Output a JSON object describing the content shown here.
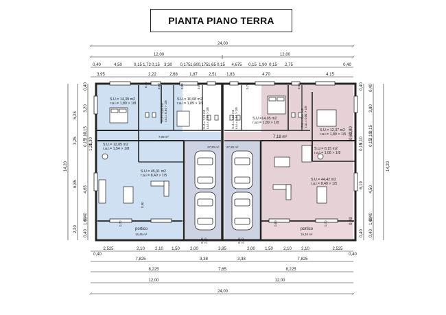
{
  "title": "PIANTA PIANO TERRA",
  "colors": {
    "left_unit_floor": "#cfe0f3",
    "right_unit_floor": "#e6d2d6",
    "garage_floor": "#ced3e4",
    "portico_left": "#cfe0f3",
    "portico_right": "#ecd8dc",
    "wall": "#222222"
  },
  "dims": {
    "top_total": "24,00",
    "top_half_left": "12,00",
    "top_half_right": "12,00",
    "row2": [
      "0,40",
      "4,50",
      "0,15",
      "1,72",
      "0,15",
      "3,30",
      "0,175",
      "1,60",
      "0,175",
      "1,65",
      "0,15",
      "4,675",
      "0,15",
      "1,90",
      "0,15",
      "2,75",
      "0,40"
    ],
    "row3": [
      "3,95",
      "2,22",
      "2,68",
      "1,87",
      "2,51",
      "1,83",
      "4,70",
      "4,15"
    ],
    "bottom_row1": [
      "2,525",
      "2,10",
      "2,10",
      "1,50",
      "2,00",
      "3,85",
      "2,00",
      "1,50",
      "2,10",
      "2,10",
      "2,525"
    ],
    "bottom_row1_sub": [
      "0,40",
      "0,40"
    ],
    "bottom_row2": [
      "7,825",
      "3,38",
      "3,38",
      "7,825"
    ],
    "bottom_row3": [
      "8,225",
      "7,65",
      "8,225"
    ],
    "bottom_row4": [
      "12,00",
      "12,00"
    ],
    "bottom_total": "24,00",
    "left_outer": [
      "5,25",
      "3,25",
      "6,85",
      "2,20"
    ],
    "left_inner": [
      "0,40",
      "3,20",
      "0,15",
      "2,10",
      "0,15",
      "4,65",
      "0,40",
      "1,60",
      "0,40"
    ],
    "left_total": "14,20",
    "left_small": [
      "1,30",
      "1,20"
    ],
    "right_outer": [
      "0,40",
      "3,80",
      "0,15",
      "2,10",
      "0,15",
      "4,50",
      "0,40",
      "1,60",
      "0,40"
    ],
    "right_inner": [
      "0,40",
      "2,10",
      "0,15",
      "6,19",
      "0,40"
    ],
    "right_total": "14,20",
    "right_small": [
      "0,80",
      "0,60",
      "0,40"
    ]
  },
  "rooms": {
    "left_bed1": [
      "S.U.= 14,39 m2",
      "r.a.i.= 1,89 > 1/8"
    ],
    "left_bed2": [
      "S.U.= 10,08 m2",
      "r.a.i.= 1,89 > 1/5"
    ],
    "left_bath": [
      "S.U.= 12,05 m2",
      "r.a.i.= 1,54 > 1/8"
    ],
    "left_living": [
      "S.U.= 45,01 m2",
      "r.a.i.= 8,40 > 1/5"
    ],
    "left_small_a": [
      "S.U.= 5,59 m2",
      "r.a.i.= 0,84 > 1/8"
    ],
    "left_small_b": [
      "S.U.= 7,21 m2",
      "r.a.i.= 1,89 > 1/8"
    ],
    "right_small_a": [
      "S.U.= 4,81 m2",
      "r.a.i.= 0,84 > 1/8"
    ],
    "right_bed1": [
      "S.U.=14,95 m2",
      "r.a.i.= 1,89 > 1/8"
    ],
    "right_small_b": [
      "S.U.= 6,07 m2",
      "r.a.i.= 0,84 > 1/8"
    ],
    "right_bed2": [
      "S.U.= 12,37 m2",
      "r.a.i.= 1,89 > 1/5"
    ],
    "right_bath": [
      "S.U.= 8,15 m2",
      "r.a.i.= 1,08 > 1/8"
    ],
    "right_living": [
      "S.U.= 44,42 m2",
      "r.a.i.= 8,40 > 1/5"
    ]
  },
  "areas": {
    "corridor_left": "7,08 m²",
    "corridor_right": "7,18 m²",
    "garage_left": "27,20 m²",
    "garage_right": "27,20 m²",
    "portico_left": "16,45 m²",
    "portico_right": "16,40 m²"
  },
  "portico_label": "portico",
  "door_sizes": [
    "0,70",
    "0,80",
    "0,80",
    "0,80",
    "0,70",
    "0,90",
    "0,90",
    "0,70",
    "0,60",
    "0,70"
  ],
  "garage_door": [
    "2,50",
    "2,10",
    "2,50",
    "2,10"
  ]
}
